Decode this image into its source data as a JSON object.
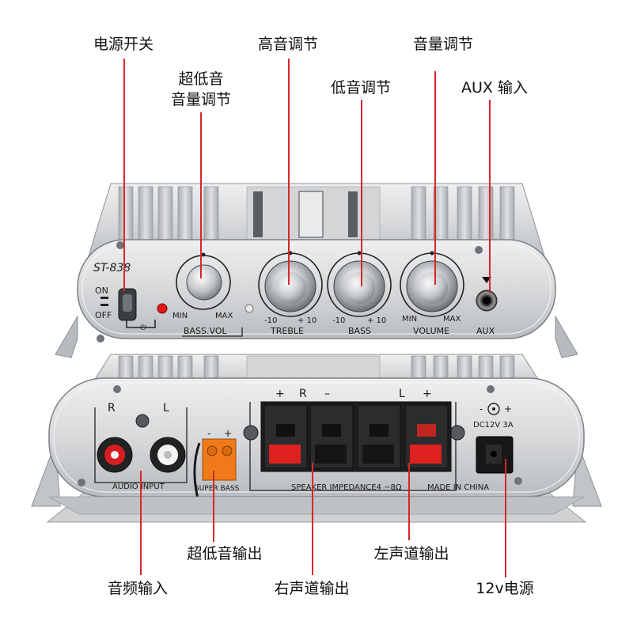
{
  "callouts": {
    "power_switch": "电源开关",
    "sub_bass_volume_line1": "超低音",
    "sub_bass_volume_line2": "音量调节",
    "treble_adjust": "高音调节",
    "bass_adjust": "低音调节",
    "volume_adjust": "音量调节",
    "aux_input": "AUX 输入",
    "sub_bass_output": "超低音输出",
    "right_channel_output": "右声道输出",
    "left_channel_output": "左声道输出",
    "audio_input": "音频输入",
    "power_12v": "12v电源"
  },
  "front_panel": {
    "model": "ST-838",
    "switch_on": "ON",
    "switch_off": "OFF",
    "bass_vol_min": "MIN",
    "bass_vol_max": "MAX",
    "bass_vol_label": "BASS.VOL",
    "treble_min": "-10",
    "treble_max": "+ 10",
    "treble_label": "TREBLE",
    "bass_min": "-10",
    "bass_max": "+ 10",
    "bass_label": "BASS",
    "volume_min": "MIN",
    "volume_max": "MAX",
    "volume_label": "VOLUME",
    "aux_label": "AUX"
  },
  "rear_panel": {
    "input_r": "R",
    "input_l": "L",
    "audio_input": "AUDIO INPUT",
    "super_bass": "SUPER BASS",
    "sb_minus": "-",
    "sb_plus": "+",
    "spk_plus_r": "+",
    "spk_r": "R",
    "spk_minus_r": "–",
    "spk_l": "L",
    "spk_plus_l": "+",
    "impedance": "SPEAKER IMPEDANCE4 ~8Ω",
    "made_in": "MADE IN CHINA",
    "dc": "DC12V 3A"
  },
  "colors": {
    "callout_line": "#d9262b",
    "aluminium": "#c9cbcd",
    "led": "#e01818",
    "terminal_red": "#e0201f",
    "terminal_orange": "#f07a1a"
  }
}
